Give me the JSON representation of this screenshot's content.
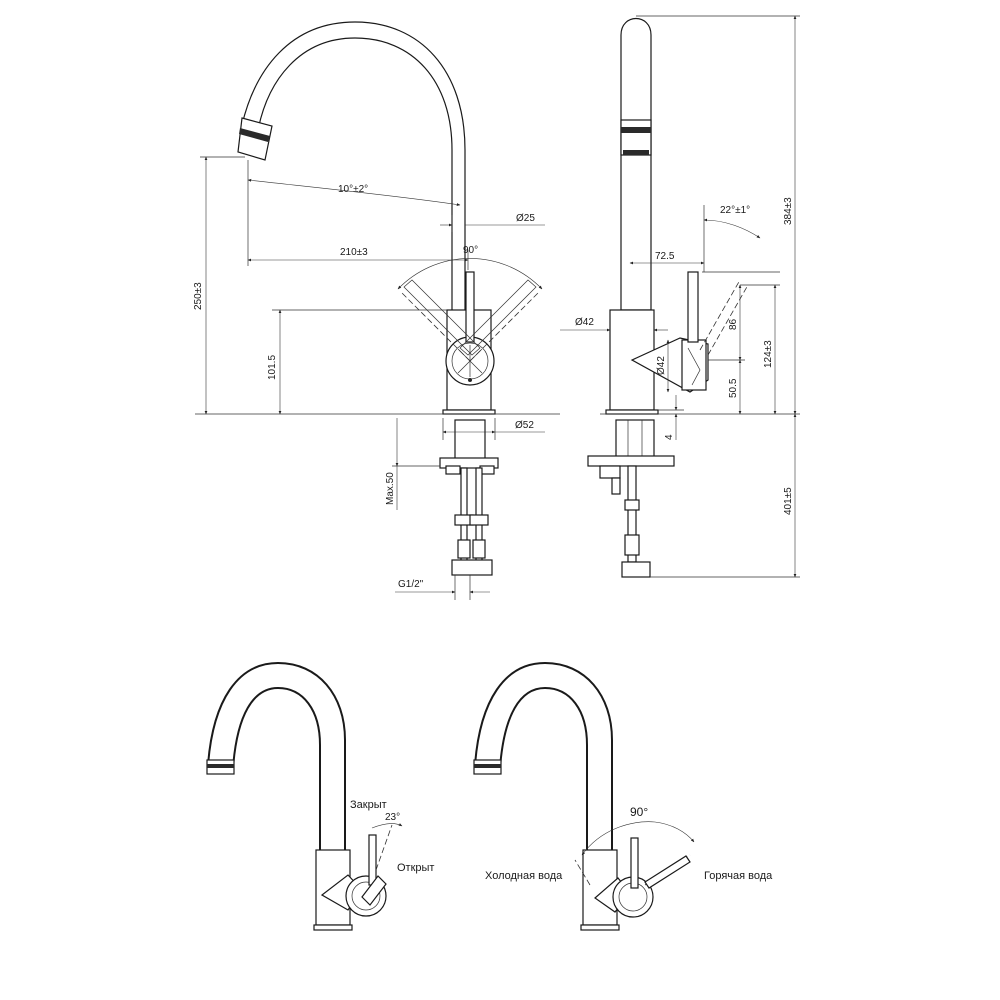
{
  "front_view": {
    "dim_spout_angle": "10°±2°",
    "dim_spout_tube": "Ø25",
    "dim_reach": "210±3",
    "dim_handle_angle": "90°",
    "dim_height": "250±3",
    "dim_handle_height": "101.5",
    "dim_base": "Ø52",
    "dim_max_thickness": "Max.50",
    "dim_thread": "G1/2\""
  },
  "side_view": {
    "dim_total_height": "384±3",
    "dim_lever_tilt": "22°±1°",
    "dim_offset": "72.5",
    "dim_body_dia": "Ø42",
    "dim_lever_len": "86",
    "dim_lever_top": "124±3",
    "dim_cartridge_dia": "Ø42",
    "dim_cartridge_height": "50.5",
    "dim_plate": "4",
    "dim_hose": "401±5"
  },
  "operation_view_left": {
    "label_closed": "Закрыт",
    "label_open": "Открыт",
    "angle": "23°"
  },
  "operation_view_right": {
    "label_cold": "Холодная вода",
    "label_hot": "Горячая вода",
    "angle": "90°"
  }
}
